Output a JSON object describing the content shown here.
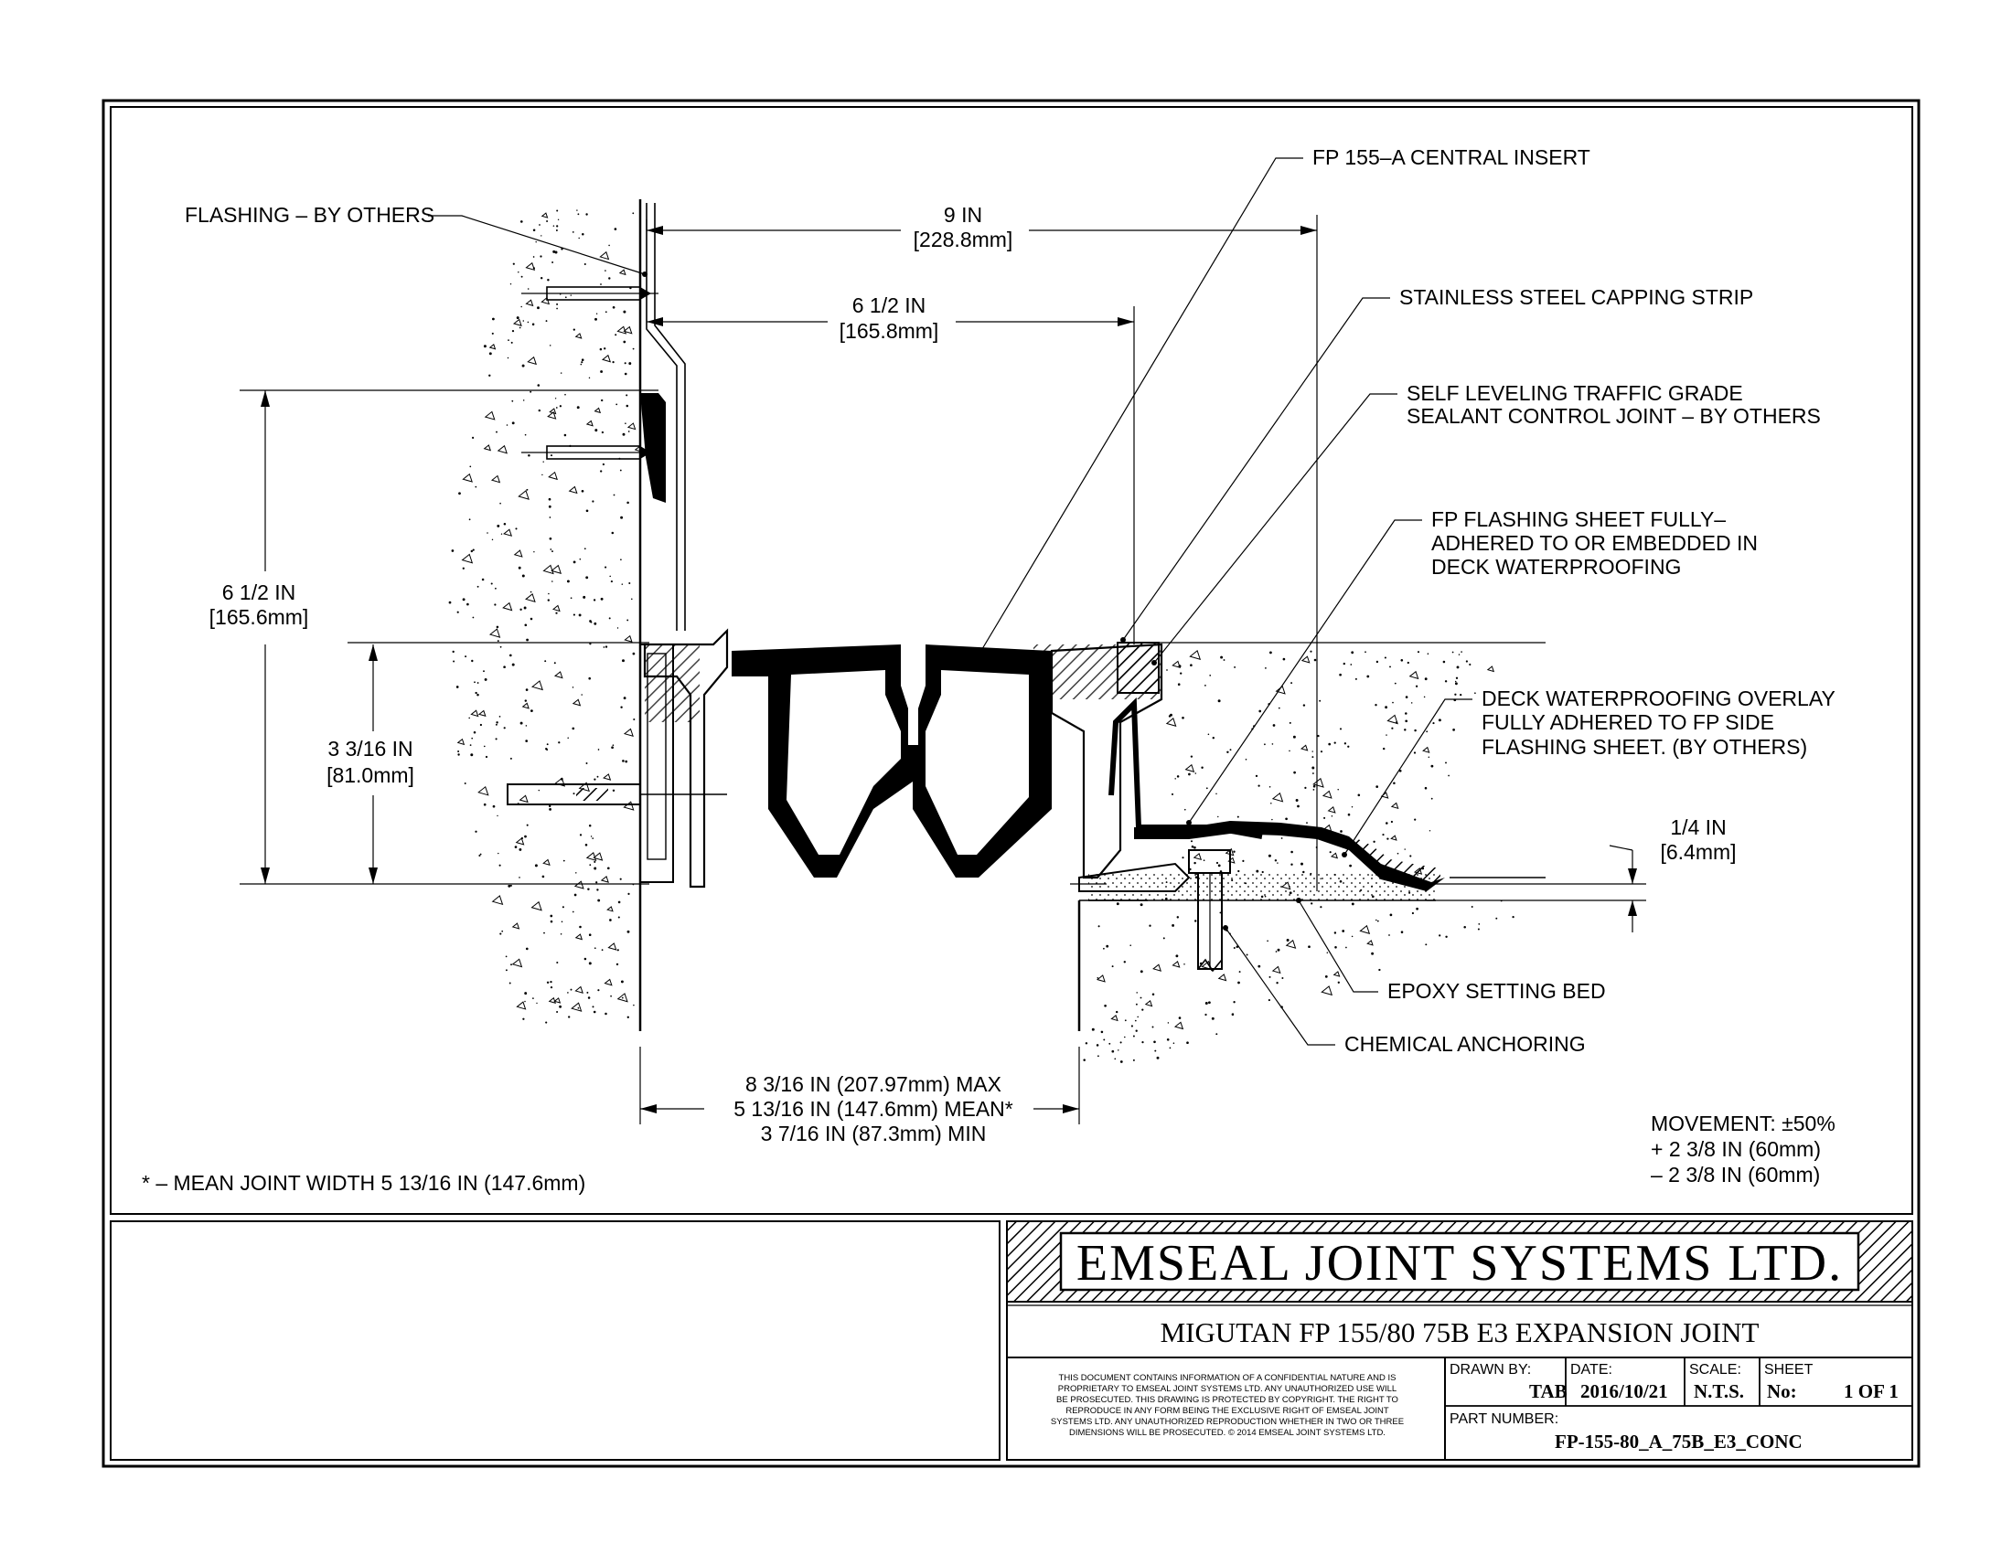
{
  "callouts": {
    "flashing": "FLASHING – BY OTHERS",
    "central_insert": "FP 155–A CENTRAL INSERT",
    "capping_strip": "STAINLESS STEEL CAPPING STRIP",
    "sealant_line1": "SELF LEVELING TRAFFIC GRADE",
    "sealant_line2": "SEALANT CONTROL JOINT – BY OTHERS",
    "flash_sheet_line1": "FP FLASHING SHEET FULLY–",
    "flash_sheet_line2": "ADHERED TO OR EMBEDDED IN",
    "flash_sheet_line3": "DECK WATERPROOFING",
    "overlay_line1": "DECK WATERPROOFING OVERLAY",
    "overlay_line2": "FULLY ADHERED TO FP SIDE",
    "overlay_line3": "FLASHING SHEET. (BY OTHERS)",
    "epoxy": "EPOXY SETTING BED",
    "anchoring": "CHEMICAL ANCHORING"
  },
  "dimensions": {
    "width_9_in": "9 IN",
    "width_9_mm": "[228.8mm]",
    "width_6_in": "6 1/2 IN",
    "width_6_mm": "[165.8mm]",
    "height_6_in": "6 1/2 IN",
    "height_6_mm": "[165.6mm]",
    "height_3_in": "3 3/16 IN",
    "height_3_mm": "[81.0mm]",
    "quarter_in": "1/4 IN",
    "quarter_mm": "[6.4mm]",
    "gap_max": "8 3/16 IN (207.97mm) MAX",
    "gap_mean": "5 13/16 IN (147.6mm) MEAN*",
    "gap_min": "3 7/16 IN (87.3mm) MIN"
  },
  "notes": {
    "mean_width": "* – MEAN JOINT WIDTH 5 13/16 IN (147.6mm)",
    "movement": "MOVEMENT: ±50%",
    "movement_plus": "+ 2 3/8 IN (60mm)",
    "movement_minus": "– 2 3/8 IN (60mm)"
  },
  "title_block": {
    "company": "EMSEAL JOINT SYSTEMS LTD.",
    "product": "MIGUTAN FP 155/80 75B E3 EXPANSION JOINT",
    "confidential": [
      "THIS DOCUMENT CONTAINS INFORMATION OF A CONFIDENTIAL NATURE AND IS",
      "PROPRIETARY TO EMSEAL JOINT SYSTEMS LTD. ANY UNAUTHORIZED USE WILL",
      "BE PROSECUTED. THIS DRAWING IS PROTECTED BY COPYRIGHT. THE RIGHT TO",
      "REPRODUCE IN ANY FORM BEING THE EXCLUSIVE RIGHT OF EMSEAL JOINT",
      "SYSTEMS LTD. ANY UNAUTHORIZED REPRODUCTION WHETHER IN TWO OR THREE",
      "DIMENSIONS WILL BE PROSECUTED. © 2014 EMSEAL JOINT SYSTEMS LTD."
    ],
    "drawn_by_label": "DRAWN BY:",
    "drawn_by": "TAB",
    "date_label": "DATE:",
    "date": "2016/10/21",
    "scale_label": "SCALE:",
    "scale": "N.T.S.",
    "sheet_label": "SHEET",
    "sheet_no_label": "No:",
    "sheet_no": "1 OF 1",
    "part_label": "PART NUMBER:",
    "part_number": "FP-155-80_A_75B_E3_CONC"
  }
}
